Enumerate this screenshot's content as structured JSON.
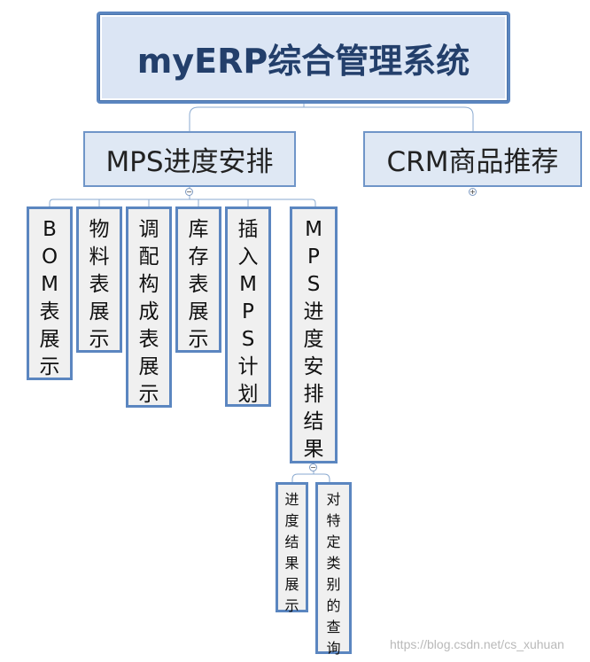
{
  "root": {
    "title": "myERP综合管理系统"
  },
  "level1": [
    {
      "label": "MPS进度安排"
    },
    {
      "label": "CRM商品推荐"
    }
  ],
  "mps_children": [
    {
      "label": "BOM表展示"
    },
    {
      "label": "物料表展示"
    },
    {
      "label": "调配构成表展示"
    },
    {
      "label": "库存表展示"
    },
    {
      "label": "插入MPS计划"
    },
    {
      "label": "MPS进度安排结果"
    }
  ],
  "result_children": [
    {
      "label": "进度结果展示"
    },
    {
      "label": "对特定类别的查询"
    }
  ],
  "toggles": {
    "collapse": "−",
    "expand": "+"
  },
  "watermark": "https://blog.csdn.net/cs_xuhuan",
  "colors": {
    "border": "#5b86c0",
    "root_fill": "#dbe5f4",
    "node_fill": "#f0f0f0",
    "connector": "#8aaad0"
  }
}
